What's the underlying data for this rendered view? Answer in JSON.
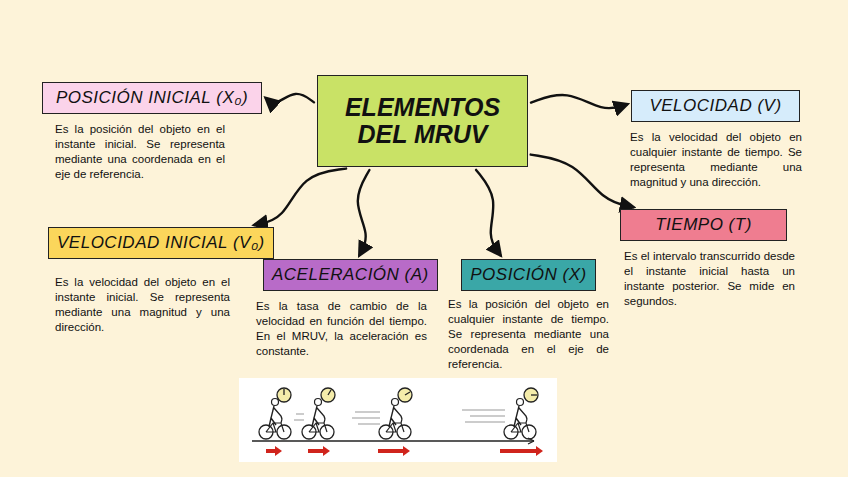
{
  "diagram": {
    "nodes": [
      {
        "text": [
          "ELEMENTOS DEL MRUV"
        ]
      },
      {
        "text": [
          "POSICIÓN INICIAL (X₀)",
          "Es la posición del objeto en el instante inicial. Se representa mediante una coordenada en el eje de referencia."
        ]
      },
      {
        "text": [
          "VELOCIDAD (V)",
          "Es la velocidad del objeto en cualquier instante de tiempo. Se representa mediante una magnitud y una dirección."
        ]
      },
      {
        "text": [
          "VELOCIDAD INICIAL (V₀)",
          "Es la velocidad del objeto en el instante inicial. Se representa mediante una magnitud y una dirección."
        ]
      },
      {
        "text": [
          "ACELERACIÓN (A)",
          "Es la tasa de cambio de la velocidad en función del tiempo. En el MRUV, la aceleración es constante."
        ]
      },
      {
        "text": [
          "POSICIÓN (X)",
          "Es la posición del objeto en cualquier instante de tiempo. Se representa mediante una coordenada en el eje de referencia."
        ]
      },
      {
        "text": [
          "TIEMPO (T)",
          "Es el intervalo transcurrido desde el instante inicial hasta un instante posterior. Se mide en segundos."
        ]
      }
    ],
    "edges": [
      {
        "from": 0,
        "to": 1,
        "arrow": "to"
      },
      {
        "from": 0,
        "to": 2,
        "arrow": "to"
      },
      {
        "from": 0,
        "to": 3,
        "arrow": "to"
      },
      {
        "from": 0,
        "to": 4,
        "arrow": "to"
      },
      {
        "from": 0,
        "to": 5,
        "arrow": "to"
      },
      {
        "from": 0,
        "to": 6,
        "arrow": "to"
      }
    ]
  }
}
